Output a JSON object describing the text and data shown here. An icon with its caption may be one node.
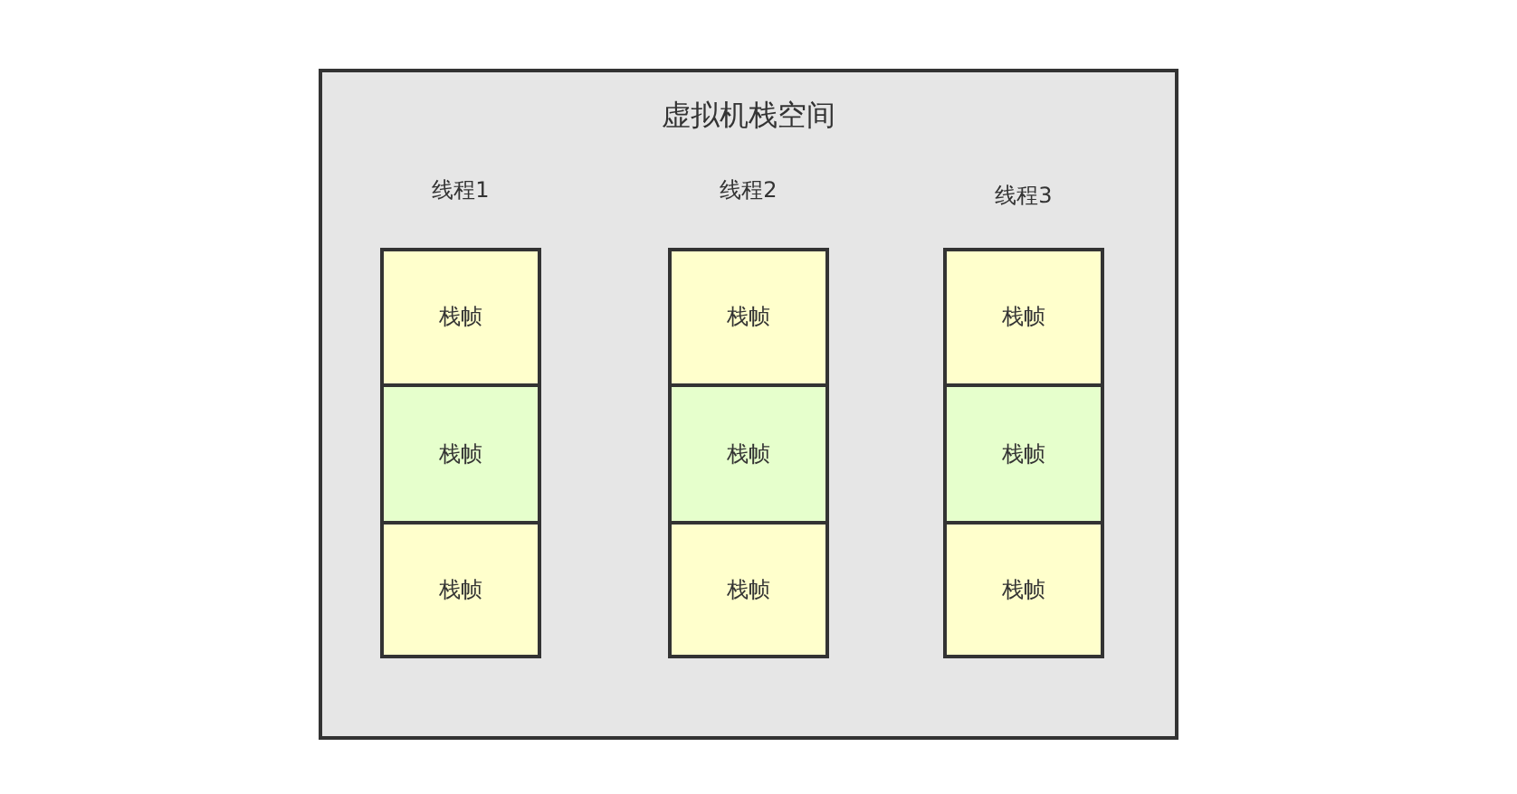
{
  "diagram": {
    "nodes": [
      {
        "text": [
          "虚拟机栈空间"
        ]
      },
      {
        "text": [
          "线程1"
        ],
        "in": 0
      },
      {
        "text": [
          "栈帧"
        ],
        "in": 1
      },
      {
        "text": [
          "栈帧"
        ],
        "in": 1
      },
      {
        "text": [
          "栈帧"
        ],
        "in": 1
      },
      {
        "text": [
          "线程2"
        ],
        "in": 0
      },
      {
        "text": [
          "栈帧"
        ],
        "in": 5
      },
      {
        "text": [
          "栈帧"
        ],
        "in": 5
      },
      {
        "text": [
          "栈帧"
        ],
        "in": 5
      },
      {
        "text": [
          "线程3"
        ],
        "in": 0
      },
      {
        "text": [
          "栈帧"
        ],
        "in": 9
      },
      {
        "text": [
          "栈帧"
        ],
        "in": 9
      },
      {
        "text": [
          "栈帧"
        ],
        "in": 9
      }
    ]
  }
}
